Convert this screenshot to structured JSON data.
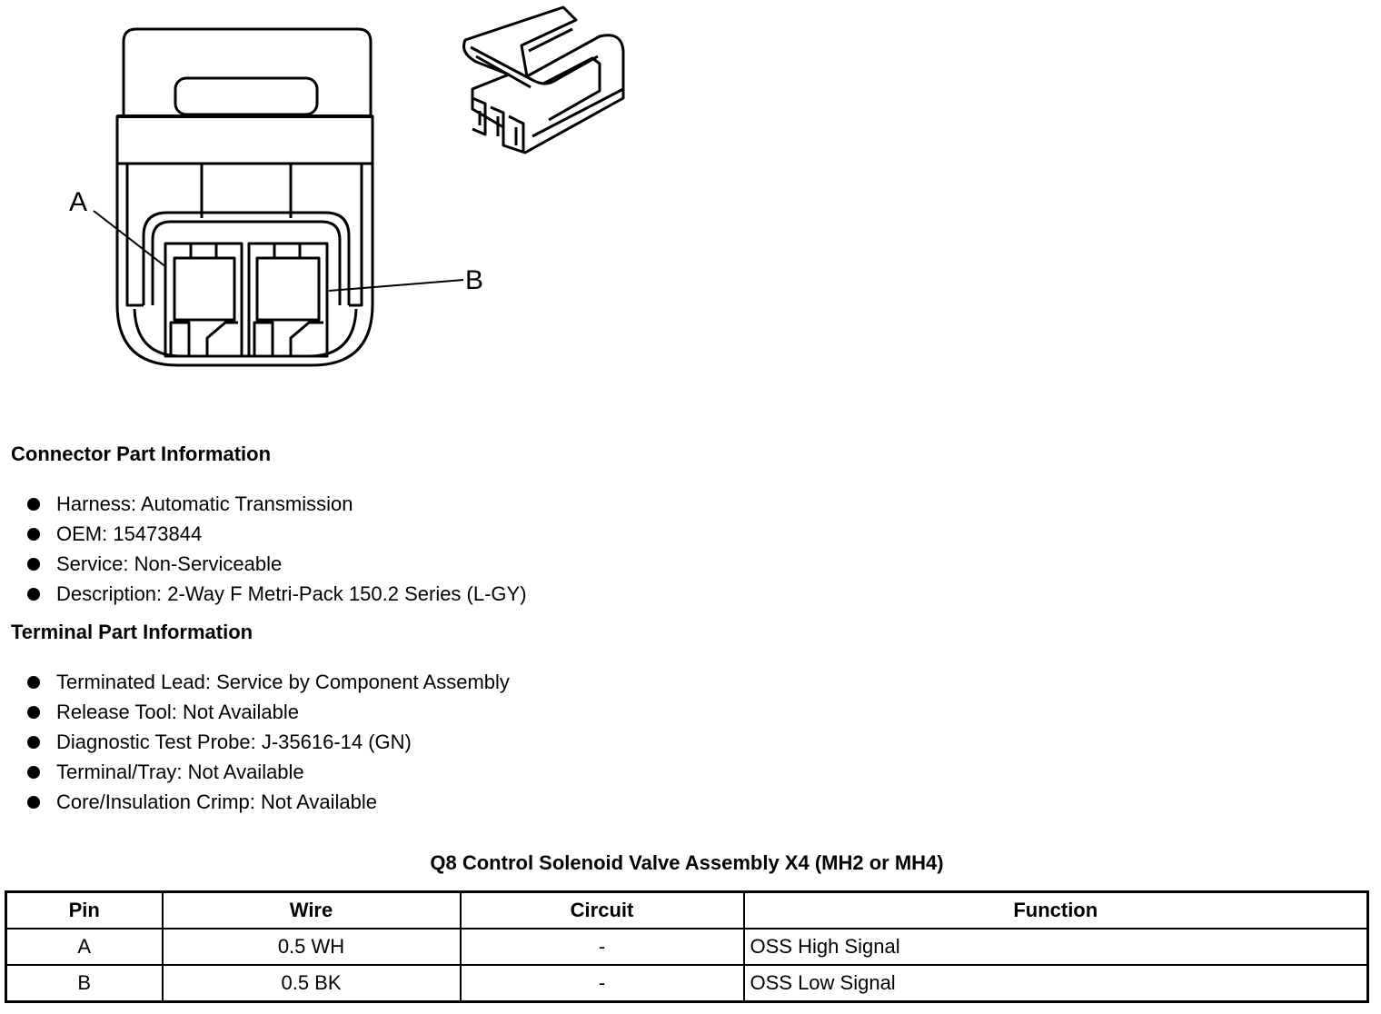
{
  "figure": {
    "callout_a": "A",
    "callout_b": "B"
  },
  "connector_info": {
    "title": "Connector Part Information",
    "items": [
      "Harness: Automatic Transmission",
      "OEM: 15473844",
      "Service: Non-Serviceable",
      "Description: 2-Way F Metri-Pack 150.2 Series (L-GY)"
    ]
  },
  "terminal_info": {
    "title": "Terminal Part Information",
    "items": [
      "Terminated Lead: Service by Component Assembly",
      "Release Tool: Not Available",
      "Diagnostic Test Probe: J-35616-14 (GN)",
      "Terminal/Tray: Not Available",
      "Core/Insulation Crimp: Not Available"
    ]
  },
  "pin_table": {
    "title": "Q8 Control Solenoid Valve Assembly X4 (MH2 or MH4)",
    "headers": [
      "Pin",
      "Wire",
      "Circuit",
      "Function"
    ],
    "rows": [
      [
        "A",
        "0.5 WH",
        "-",
        "OSS High Signal"
      ],
      [
        "B",
        "0.5 BK",
        "-",
        "OSS Low Signal"
      ]
    ]
  }
}
